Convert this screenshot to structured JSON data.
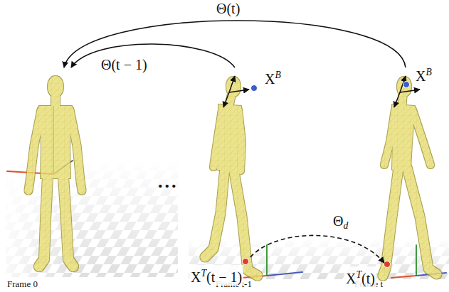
{
  "diagram": {
    "nodes": [
      {
        "text": [
          "Frame 0"
        ]
      },
      {
        "text": [
          "Frame t-1"
        ]
      },
      {
        "text": [
          "Frame t"
        ]
      }
    ],
    "edges": [
      {
        "from": 2,
        "to": 0,
        "label": "Θ(t)",
        "arrow": "to"
      },
      {
        "from": 1,
        "to": 0,
        "label": "Θ(t − 1)",
        "arrow": "to"
      },
      {
        "from": 1,
        "to": 2,
        "label": "Θd",
        "arrow": "to"
      }
    ],
    "labels": [
      "XB",
      "XB",
      "XT(t − 1)",
      "XT(t)",
      "..."
    ]
  }
}
